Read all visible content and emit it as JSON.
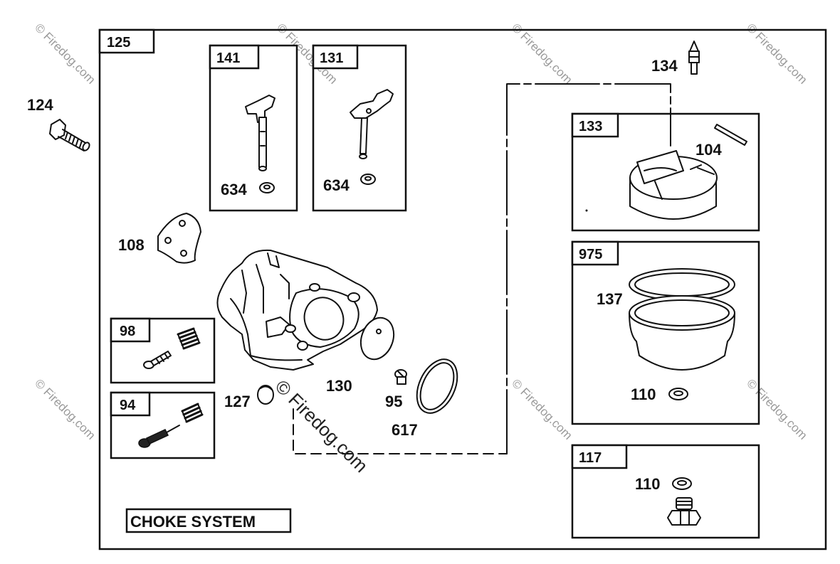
{
  "diagram": {
    "labels": {
      "main": "125",
      "bolt": "124",
      "shaft_a": "141",
      "shaft_b": "131",
      "washer_a": "634",
      "washer_b": "634",
      "needle": "134",
      "float": "133",
      "pin": "104",
      "gasket": "108",
      "bowl_kit": "975",
      "bowl_ring": "137",
      "bowl_washer": "110",
      "screw_kit_a": "98",
      "screw_kit_b": "94",
      "plug": "127",
      "carb_body": "130",
      "jet": "95",
      "oring": "617",
      "drain_kit": "117",
      "drain_washer": "110"
    },
    "caption": "CHOKE SYSTEM",
    "watermark": "© Firedog.com",
    "watermark_text": "Firedog.com"
  }
}
